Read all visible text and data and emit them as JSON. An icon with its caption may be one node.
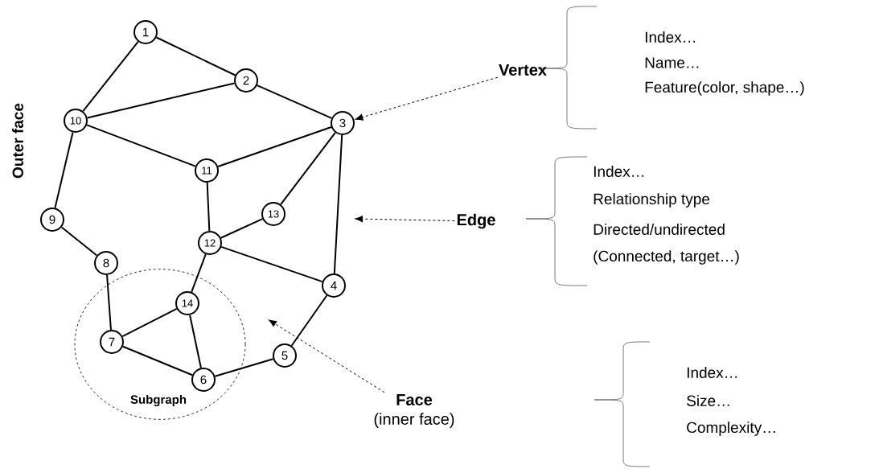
{
  "diagram": {
    "nodes": [
      {
        "text": [
          "Subgraph"
        ]
      },
      {
        "text": [
          "1"
        ]
      },
      {
        "text": [
          "2"
        ]
      },
      {
        "text": [
          "3"
        ]
      },
      {
        "text": [
          "4"
        ]
      },
      {
        "text": [
          "5"
        ]
      },
      {
        "text": [
          "6"
        ],
        "in": 0
      },
      {
        "text": [
          "7"
        ],
        "in": 0
      },
      {
        "text": [
          "8"
        ]
      },
      {
        "text": [
          "9"
        ]
      },
      {
        "text": [
          "10"
        ]
      },
      {
        "text": [
          "11"
        ]
      },
      {
        "text": [
          "12"
        ]
      },
      {
        "text": [
          "13"
        ]
      },
      {
        "text": [
          "14"
        ],
        "in": 0
      },
      {
        "text": [
          "Vertex"
        ]
      },
      {
        "text": [
          "Edge"
        ]
      },
      {
        "text": [
          "Face",
          "(inner face)"
        ]
      }
    ],
    "edges": [
      {
        "from": 1,
        "to": 2,
        "arrow": "none"
      },
      {
        "from": 1,
        "to": 10,
        "arrow": "none"
      },
      {
        "from": 2,
        "to": 10,
        "arrow": "none"
      },
      {
        "from": 2,
        "to": 3,
        "arrow": "none"
      },
      {
        "from": 10,
        "to": 11,
        "arrow": "none"
      },
      {
        "from": 3,
        "to": 11,
        "arrow": "none"
      },
      {
        "from": 10,
        "to": 9,
        "arrow": "none"
      },
      {
        "from": 3,
        "to": 13,
        "arrow": "none"
      },
      {
        "from": 3,
        "to": 4,
        "arrow": "none"
      },
      {
        "from": 11,
        "to": 12,
        "arrow": "none"
      },
      {
        "from": 13,
        "to": 12,
        "arrow": "none"
      },
      {
        "from": 9,
        "to": 8,
        "arrow": "none"
      },
      {
        "from": 12,
        "to": 4,
        "arrow": "none"
      },
      {
        "from": 12,
        "to": 14,
        "arrow": "none"
      },
      {
        "from": 8,
        "to": 7,
        "arrow": "none"
      },
      {
        "from": 7,
        "to": 14,
        "arrow": "none"
      },
      {
        "from": 14,
        "to": 6,
        "arrow": "none"
      },
      {
        "from": 7,
        "to": 6,
        "arrow": "none"
      },
      {
        "from": 6,
        "to": 5,
        "arrow": "none"
      },
      {
        "from": 5,
        "to": 4,
        "arrow": "none"
      },
      {
        "from": 15,
        "to": 3,
        "arrow": "to",
        "style": "dashed"
      },
      {
        "from": 16,
        "to": null,
        "arrow": "to",
        "style": "dashed"
      },
      {
        "from": 17,
        "to": null,
        "arrow": "to",
        "style": "dashed"
      }
    ],
    "labels": [
      "Outer face",
      "Index…",
      "Name…",
      "Feature(color, shape…)",
      "Index…",
      "Relationship type",
      "Directed/undirected",
      "(Connected, target…)",
      "Index…",
      "Size…",
      "Complexity…"
    ]
  }
}
